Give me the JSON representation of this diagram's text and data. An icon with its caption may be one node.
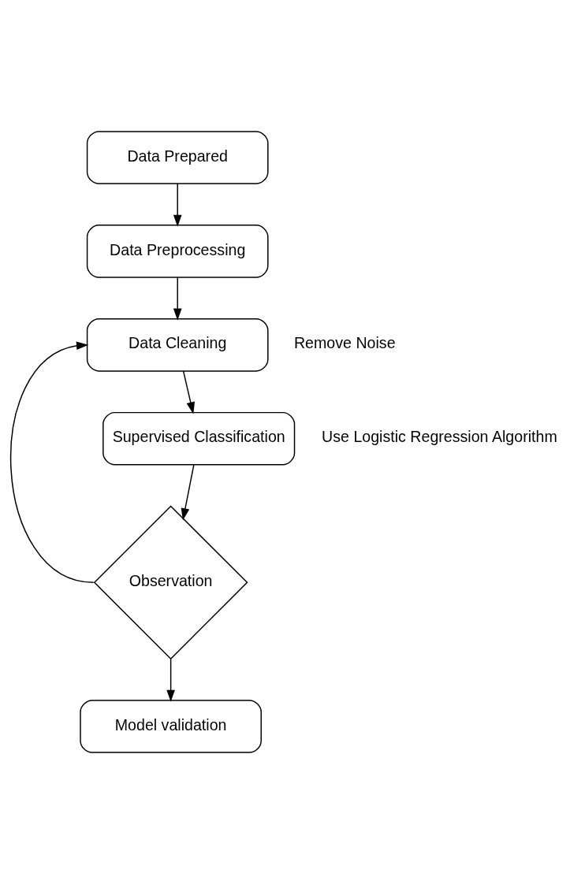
{
  "diagram": {
    "nodes": [
      {
        "text": [
          "Data Prepared"
        ]
      },
      {
        "text": [
          "Data Preprocessing"
        ]
      },
      {
        "text": [
          "Data Cleaning"
        ],
        "beside": [
          "Remove Noise"
        ]
      },
      {
        "text": [
          "Supervised Classification"
        ],
        "beside": [
          "Use Logistic Regression Algorithm"
        ]
      },
      {
        "text": [
          "Observation"
        ]
      },
      {
        "text": [
          "Model validation"
        ]
      }
    ],
    "edges": [
      {
        "from": 0,
        "to": 1,
        "arrow": "to"
      },
      {
        "from": 1,
        "to": 2,
        "arrow": "to"
      },
      {
        "from": 2,
        "to": 3,
        "arrow": "to"
      },
      {
        "from": 3,
        "to": 4,
        "arrow": "to"
      },
      {
        "from": 4,
        "to": 5,
        "arrow": "to"
      },
      {
        "from": 4,
        "to": 2,
        "arrow": "to"
      }
    ]
  }
}
